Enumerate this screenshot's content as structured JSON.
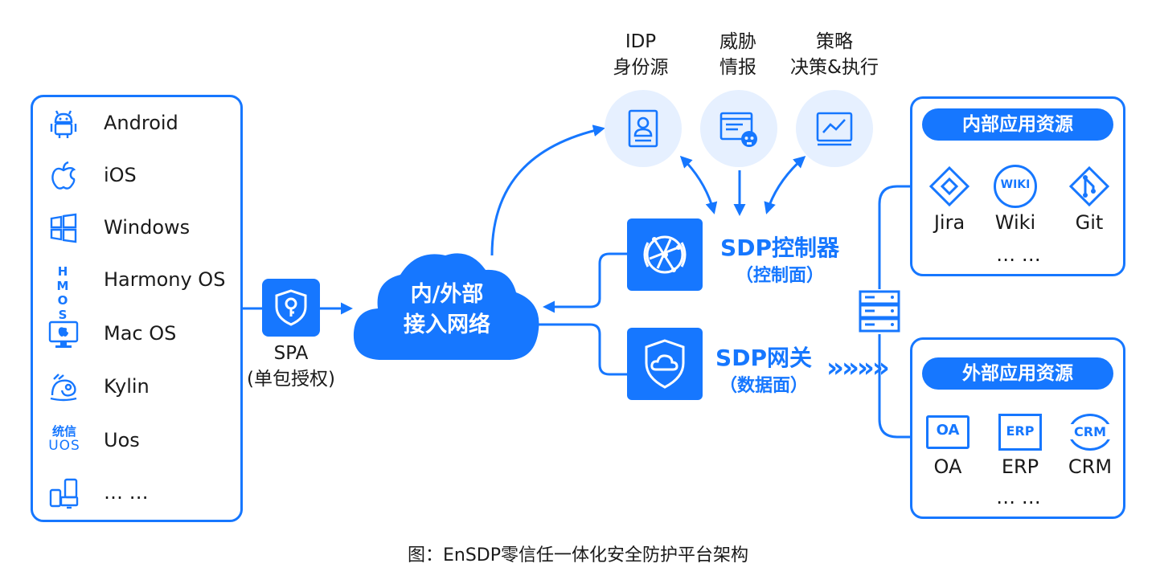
{
  "clients": {
    "items": [
      {
        "label": "Android",
        "icon": "android-icon"
      },
      {
        "label": "iOS",
        "icon": "apple-icon"
      },
      {
        "label": "Windows",
        "icon": "windows-icon"
      },
      {
        "label": "Harmony OS",
        "icon": "harmony-os-icon"
      },
      {
        "label": "Mac  OS",
        "icon": "mac-monitor-icon"
      },
      {
        "label": "Kylin",
        "icon": "kylin-icon"
      },
      {
        "label": "Uos",
        "icon": "uos-icon"
      },
      {
        "label": "… …",
        "icon": "devices-icon"
      }
    ],
    "harmony_icon_text": "H M O S",
    "uos_icon_text_top": "统信",
    "uos_icon_text_bottom": "UOS"
  },
  "spa": {
    "line1": "SPA",
    "line2": "(单包授权)",
    "icon": "shield-key-icon"
  },
  "network": {
    "line1": "内/外部",
    "line2": "接入网络"
  },
  "services": [
    {
      "line1": "IDP",
      "line2": "身份源",
      "icon": "identity-card-icon"
    },
    {
      "line1": "威胁",
      "line2": "情报",
      "icon": "threat-intel-icon"
    },
    {
      "line1": "策略",
      "line2": "决策&执行",
      "icon": "policy-chart-icon"
    }
  ],
  "controller": {
    "title": "SDP控制器",
    "subtitle": "（控制面）",
    "icon": "globe-network-icon"
  },
  "gateway": {
    "title": "SDP网关",
    "subtitle": "（数据面）",
    "icon": "shield-cloud-icon",
    "chevrons": "»»»»"
  },
  "internal": {
    "title": "内部应用资源",
    "apps": [
      {
        "label": "Jira",
        "icon": "jira-icon"
      },
      {
        "label": "Wiki",
        "icon": "wiki-icon"
      },
      {
        "label": "Git",
        "icon": "git-icon"
      }
    ],
    "more": "… …",
    "wiki_icon_text": "WIKI"
  },
  "external": {
    "title": "外部应用资源",
    "apps": [
      {
        "label": "OA",
        "icon": "oa-icon"
      },
      {
        "label": "ERP",
        "icon": "erp-icon"
      },
      {
        "label": "CRM",
        "icon": "crm-icon"
      }
    ],
    "more": "… …",
    "oa_icon_text": "OA",
    "erp_icon_text": "ERP",
    "crm_icon_text": "CRM"
  },
  "server_icon": "server-rack-icon",
  "caption": "图：EnSDP零信任一体化安全防护平台架构",
  "colors": {
    "primary": "#1677ff",
    "light": "#e6f0ff",
    "text": "#1a1a1a"
  }
}
